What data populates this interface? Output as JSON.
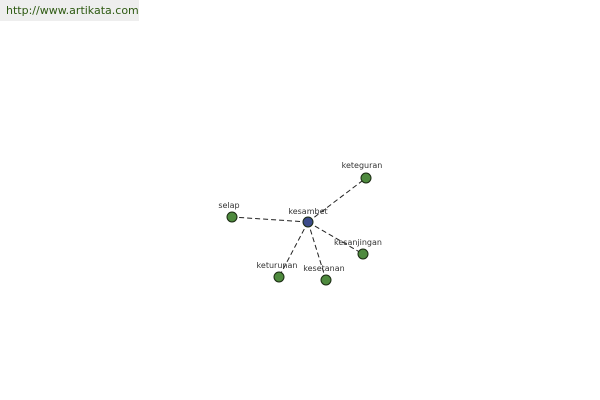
{
  "watermark": {
    "text": "http://www.artikata.com"
  },
  "graph": {
    "colors": {
      "center_node": "#3b4b8a",
      "leaf_node": "#4e8a3e",
      "edge": "#222222"
    },
    "center": {
      "id": "kesambet",
      "label": "kesambet"
    },
    "leaves": [
      {
        "id": "keteguran",
        "label": "keteguran"
      },
      {
        "id": "selap",
        "label": "selap"
      },
      {
        "id": "kesanjingan",
        "label": "kesanjingan"
      },
      {
        "id": "keturunan",
        "label": "keturunan"
      },
      {
        "id": "kesetanan",
        "label": "kesetanan"
      }
    ]
  }
}
